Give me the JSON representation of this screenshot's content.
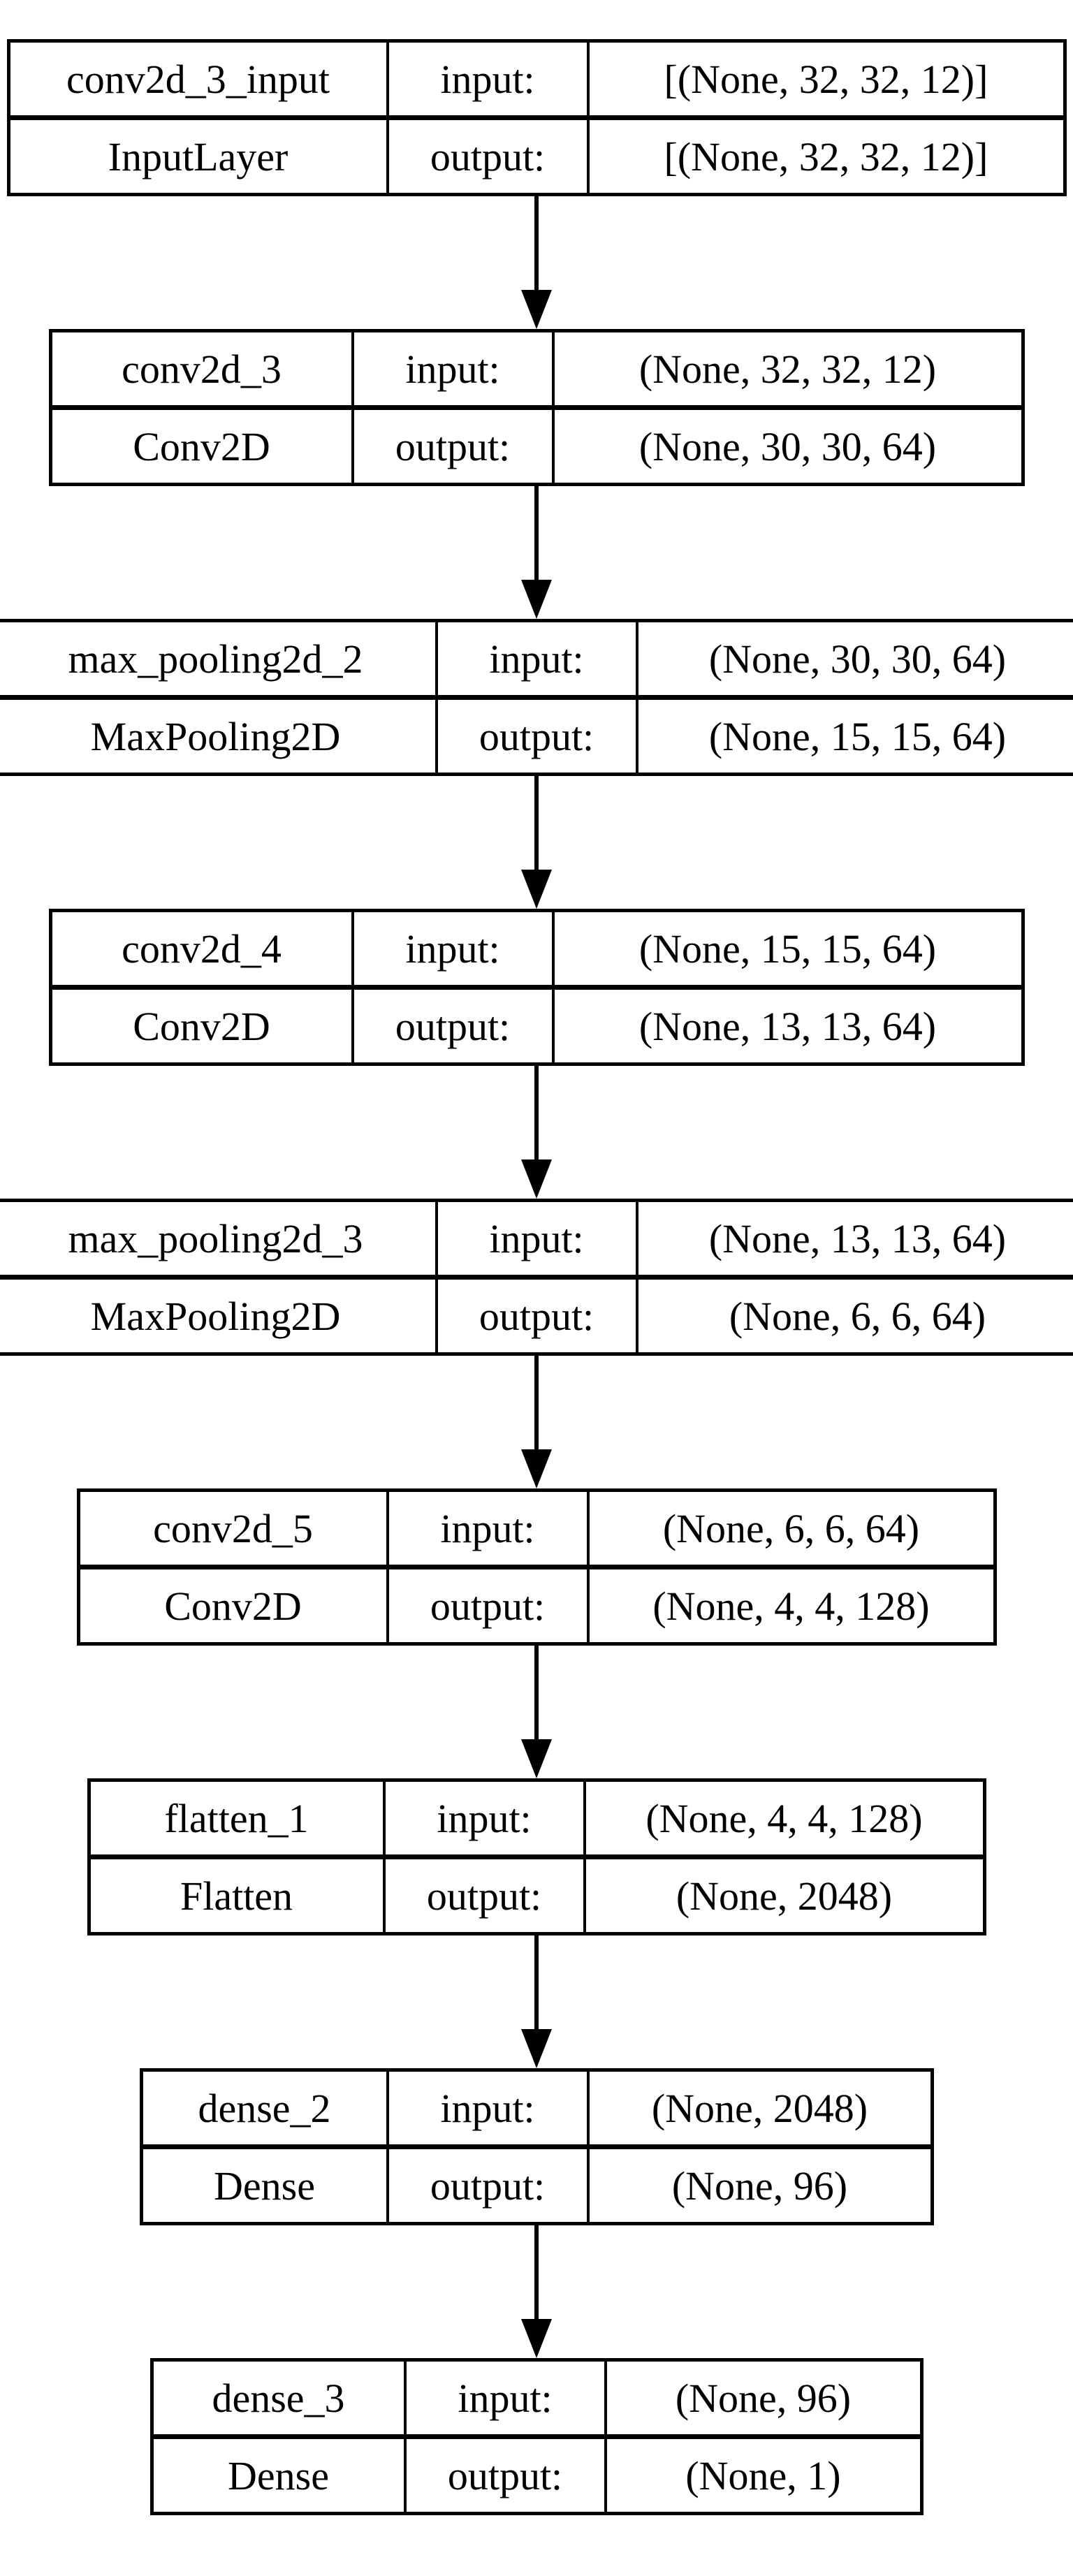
{
  "diagram": {
    "title": "Keras model architecture plot",
    "colors": {
      "background": "#ffffff",
      "line": "#000000",
      "text": "#000000"
    },
    "labels": {
      "input": "input:",
      "output": "output:"
    },
    "nodes": [
      {
        "name": "conv2d_3_input",
        "class_name": "InputLayer",
        "input_shape": "[(None, 32, 32, 12)]",
        "output_shape": "[(None, 32, 32, 12)]"
      },
      {
        "name": "conv2d_3",
        "class_name": "Conv2D",
        "input_shape": "(None, 32, 32, 12)",
        "output_shape": "(None, 30, 30, 64)"
      },
      {
        "name": "max_pooling2d_2",
        "class_name": "MaxPooling2D",
        "input_shape": "(None, 30, 30, 64)",
        "output_shape": "(None, 15, 15, 64)"
      },
      {
        "name": "conv2d_4",
        "class_name": "Conv2D",
        "input_shape": "(None, 15, 15, 64)",
        "output_shape": "(None, 13, 13, 64)"
      },
      {
        "name": "max_pooling2d_3",
        "class_name": "MaxPooling2D",
        "input_shape": "(None, 13, 13, 64)",
        "output_shape": "(None, 6, 6, 64)"
      },
      {
        "name": "conv2d_5",
        "class_name": "Conv2D",
        "input_shape": "(None, 6, 6, 64)",
        "output_shape": "(None, 4, 4, 128)"
      },
      {
        "name": "flatten_1",
        "class_name": "Flatten",
        "input_shape": "(None, 4, 4, 128)",
        "output_shape": "(None, 2048)"
      },
      {
        "name": "dense_2",
        "class_name": "Dense",
        "input_shape": "(None, 2048)",
        "output_shape": "(None, 96)"
      },
      {
        "name": "dense_3",
        "class_name": "Dense",
        "input_shape": "(None, 96)",
        "output_shape": "(None, 1)"
      }
    ]
  }
}
